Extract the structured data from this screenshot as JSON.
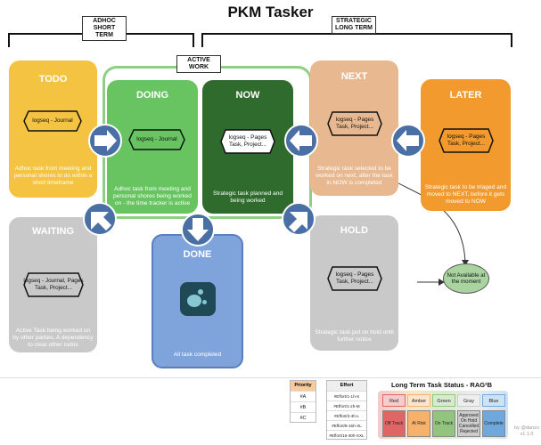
{
  "title": "PKM Tasker",
  "groups": {
    "adhoc": [
      "ADHOC",
      "SHORT TERM"
    ],
    "strategic": [
      "STRATEGIC",
      "LONG TERM"
    ],
    "active": "ACTIVE WORK"
  },
  "cards": {
    "todo": {
      "title": "TODO",
      "hex": [
        "logseq - Journal"
      ],
      "desc": "Adhoc task from meeting and personal shores to do within a short timeframe"
    },
    "doing": {
      "title": "DOING",
      "hex": [
        "logseq - Journal"
      ],
      "desc": "Adhoc task from meeting and personal shores being worked on - the time tracker is active"
    },
    "now": {
      "title": "NOW",
      "hex": [
        "logseq - Pages",
        "Task, Project..."
      ],
      "desc": "Strategic task planned and being worked"
    },
    "next": {
      "title": "NEXT",
      "hex": [
        "logseq - Pages",
        "Task, Project..."
      ],
      "desc": "Strategic task selected to be worked on next, after the task in NOW is completed"
    },
    "later": {
      "title": "LATER",
      "hex": [
        "logseq - Pages",
        "Task, Project..."
      ],
      "desc": "Strategic task to be triaged and moved to NEXT, before it gets moved to NOW"
    },
    "waiting": {
      "title": "WAITING",
      "hex": [
        "logseq - Journal, Pages",
        "Task, Project..."
      ],
      "desc": "Active Task being worked on by other parties. A dependency to clear other todos"
    },
    "done": {
      "title": "DONE",
      "desc": "All task completed"
    },
    "hold": {
      "title": "HOLD",
      "hex": [
        "logseq - Pages",
        "Task, Project..."
      ],
      "desc": "Strategic task put on hold until further notice"
    }
  },
  "not_available": [
    "Not Available at",
    "the moment"
  ],
  "priority": {
    "title": "Priority",
    "items": [
      "#A",
      "#B",
      "#C"
    ]
  },
  "effort": {
    "title": "Effort",
    "items": [
      "#Effort/1-1h-S",
      "#Effort/1-2h-M",
      "#Effort/2-4h-L",
      "#Effort/8-16h-XL",
      "#Effort/16-40h-XXL"
    ]
  },
  "rag": {
    "title": "Long Term Task Status - RAG²B",
    "columns": [
      {
        "head": "Red",
        "status": "Off Track",
        "color": "#f4cccc",
        "status_color": "#e06666"
      },
      {
        "head": "Amber",
        "status": "At Risk",
        "color": "#fce5cd",
        "status_color": "#f6b26b"
      },
      {
        "head": "Green",
        "status": "On Track",
        "color": "#d9ead3",
        "status_color": "#93c47d"
      },
      {
        "head": "Gray",
        "status": "Approved On Hold Cancelled Rejected",
        "color": "#eeeeee",
        "status_color": "#cccccc"
      },
      {
        "head": "Blue",
        "status": "Complete",
        "color": "#cfe2f3",
        "status_color": "#6fa8dc"
      }
    ]
  },
  "credit": [
    "by @danzu",
    "v1.1.0"
  ],
  "colors": {
    "todo": "#f5c342",
    "doing": "#67c461",
    "now": "#2e6b2c",
    "next": "#e8b991",
    "later": "#f29a2e",
    "waiting": "#c9c9c9",
    "done": "#7fa4dc",
    "hold": "#c9c9c9",
    "arrow": "#4a6fa5",
    "active_border": "#8fcf84",
    "not_available": "#a9d4a0"
  }
}
